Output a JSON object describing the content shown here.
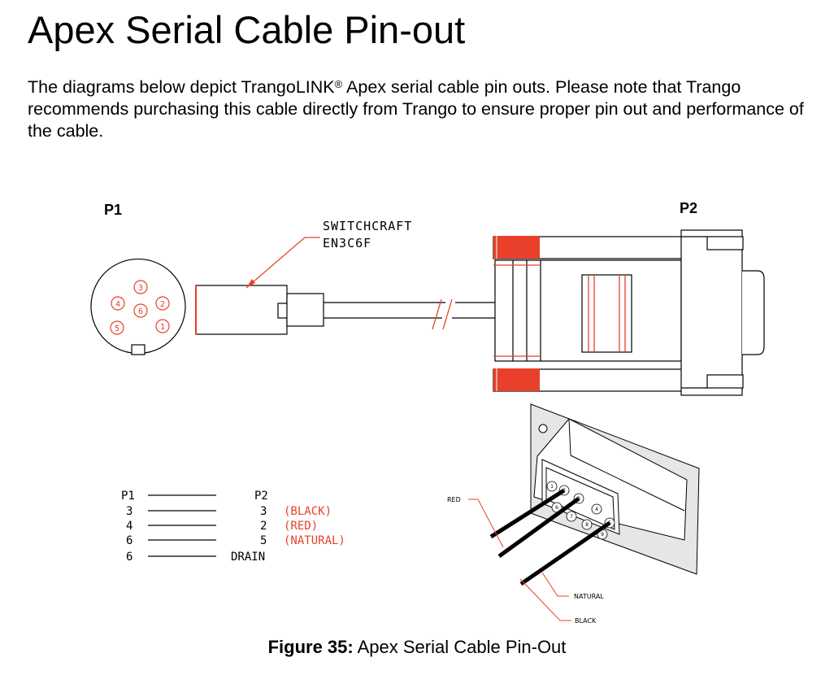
{
  "document": {
    "title": "Apex Serial Cable Pin-out",
    "intro_before_mark": "The diagrams below depict TrangoLINK",
    "intro_mark": "®",
    "intro_after_mark": " Apex serial cable pin outs. Please note that Trango recommends purchasing this cable directly from Trango to ensure proper pin out and performance of the cable.",
    "caption_label": "Figure 35:",
    "caption_text": " Apex Serial Cable Pin-Out"
  },
  "diagram": {
    "p1_label": "P1",
    "p2_label": "P2",
    "connector_part_line1": "SWITCHCRAFT",
    "connector_part_line2": "EN3C6F",
    "p1_pins": [
      "3",
      "4",
      "6",
      "2",
      "5",
      "1"
    ],
    "db9_pins": [
      "1",
      "2",
      "3",
      "4",
      "5",
      "6",
      "7",
      "8",
      "9"
    ],
    "wire_labels": {
      "red": "RED",
      "natural": "NATURAL",
      "black": "BLACK"
    },
    "pinout_table": {
      "header_p1": "P1",
      "header_p2": "P2",
      "rows": [
        {
          "p1": "3",
          "p2": "3",
          "note": "(BLACK)"
        },
        {
          "p1": "4",
          "p2": "2",
          "note": "(RED)"
        },
        {
          "p1": "6",
          "p2": "5",
          "note": "(NATURAL)"
        },
        {
          "p1": "6",
          "p2": "DRAIN",
          "note": ""
        }
      ]
    },
    "colors": {
      "accent": "#e8402a",
      "line": "#000000",
      "panel": "#e6e6e6"
    }
  }
}
